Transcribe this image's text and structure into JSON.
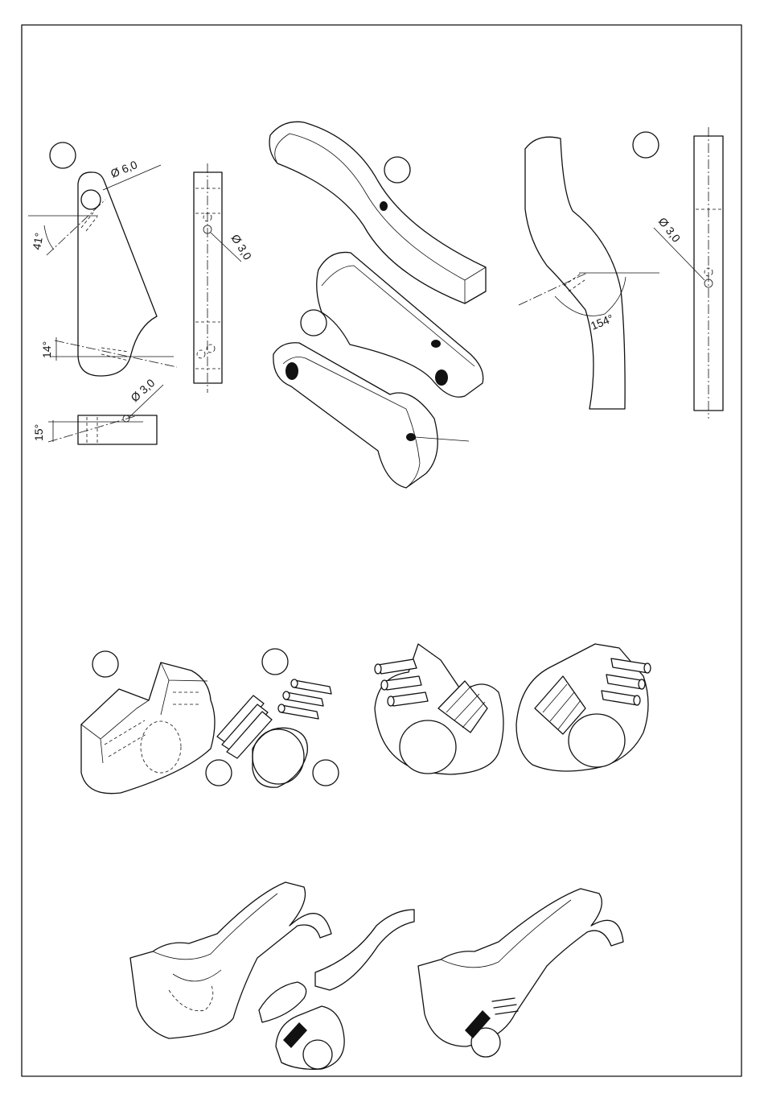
{
  "dimensions": {
    "hole_large": "Ø 6,0",
    "hole_small_a": "Ø 3,0",
    "hole_small_b": "Ø 3,0",
    "hole_small_c": "Ø 3,0",
    "angle_a": "41°",
    "angle_b": "14°",
    "angle_c": "15°",
    "angle_d": "154°"
  },
  "callouts": [
    "",
    "",
    "",
    "",
    "",
    "",
    ""
  ]
}
